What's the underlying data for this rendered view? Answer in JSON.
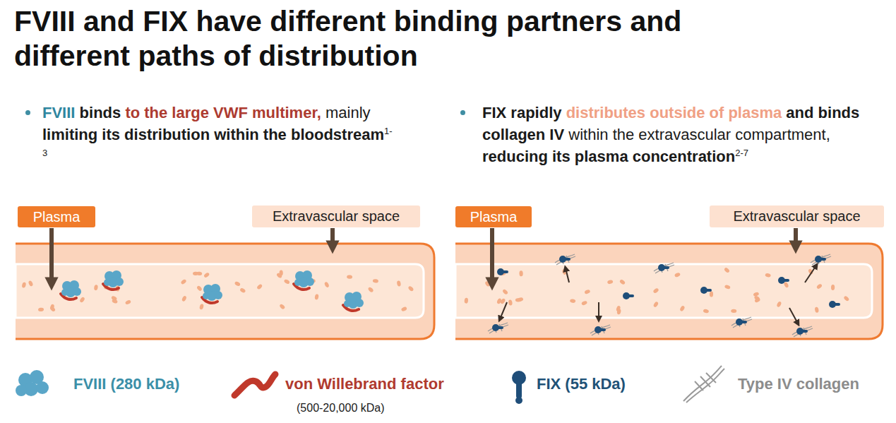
{
  "diagram": {
    "title": "FVIII and FIX have different binding partners and different paths of distribution",
    "nodes": [
      {
        "text": [
          "Plasma"
        ]
      },
      {
        "text": [
          "Extravascular space"
        ]
      },
      {
        "text": [
          "Plasma"
        ]
      },
      {
        "text": [
          "Extravascular space"
        ]
      }
    ],
    "labels": [
      "FVIII",
      "binds",
      "to the large VWF multimer,",
      "mainly",
      "limiting its distribution within the bloodstream",
      "1-3",
      "FIX",
      "rapidly",
      "distributes outside of plasma",
      "and binds collagen IV",
      "within the extravascular compartment,",
      "reducing its plasma concentration",
      "2-7",
      "(500-20,000 kDa)"
    ],
    "legend": [
      {
        "text": "FVIII (280 kDa)"
      },
      {
        "text": "von Willebrand factor"
      },
      {
        "text": "FIX (55 kDa)"
      },
      {
        "text": "Type IV collagen"
      }
    ]
  }
}
